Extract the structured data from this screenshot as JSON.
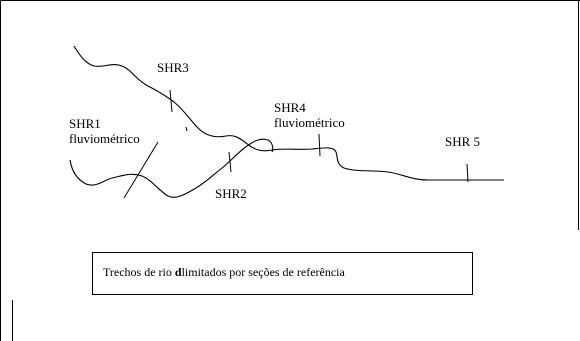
{
  "labels": {
    "shr3": "SHR3",
    "shr1_line1": "SHR1",
    "shr1_line2": "fluviométrico",
    "shr4_line1": "SHR4",
    "shr4_line2": "fluviométrico",
    "shr5": "SHR 5",
    "shr2": "SHR2"
  },
  "caption": {
    "before": "Trechos de rio ",
    "bold": "d",
    "after": "limitados por seções de referência"
  },
  "colors": {
    "line": "#000000",
    "background": "#ffffff"
  }
}
